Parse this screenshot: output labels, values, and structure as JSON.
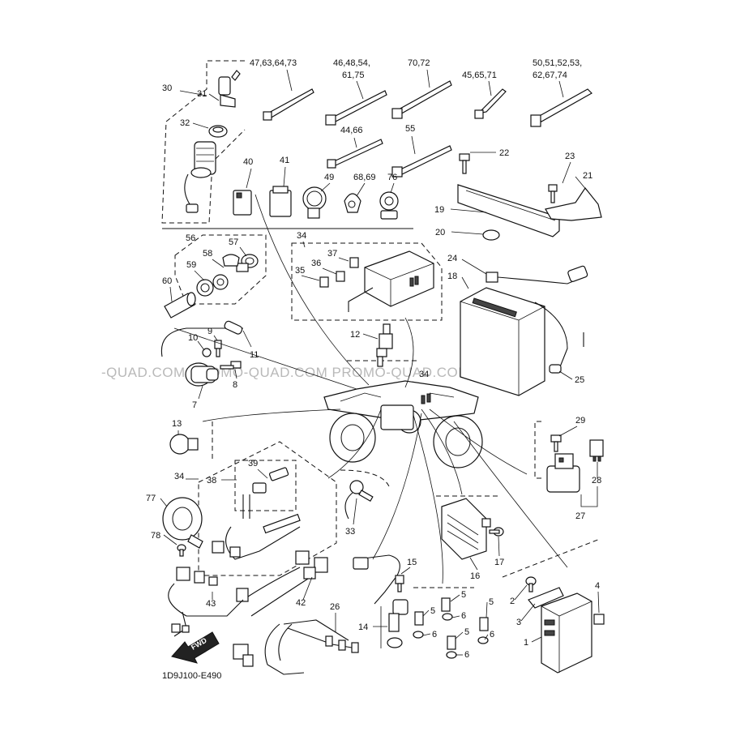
{
  "diagram": {
    "code": "1D9J100-E490",
    "watermark": "-QUAD.COM   PROMO-QUAD.COM   PROMO-QUAD.COM   PROM",
    "fwd_label": "FWD",
    "callouts": [
      {
        "id": "c30",
        "label": "30"
      },
      {
        "id": "c31",
        "label": "31"
      },
      {
        "id": "c32",
        "label": "32"
      },
      {
        "id": "c40",
        "label": "40"
      },
      {
        "id": "c41",
        "label": "41"
      },
      {
        "id": "c49",
        "label": "49"
      },
      {
        "id": "c6869",
        "label": "68,69"
      },
      {
        "id": "c76",
        "label": "76"
      },
      {
        "id": "c47",
        "label": "47,63,64,73"
      },
      {
        "id": "c46a",
        "label": "46,48,54,"
      },
      {
        "id": "c46b",
        "label": "61,75"
      },
      {
        "id": "c70",
        "label": "70,72"
      },
      {
        "id": "c45",
        "label": "45,65,71"
      },
      {
        "id": "c50a",
        "label": "50,51,52,53,"
      },
      {
        "id": "c50b",
        "label": "62,67,74"
      },
      {
        "id": "c44",
        "label": "44,66"
      },
      {
        "id": "c55",
        "label": "55"
      },
      {
        "id": "c22",
        "label": "22"
      },
      {
        "id": "c23",
        "label": "23"
      },
      {
        "id": "c21",
        "label": "21"
      },
      {
        "id": "c19",
        "label": "19"
      },
      {
        "id": "c20",
        "label": "20"
      },
      {
        "id": "c56",
        "label": "56"
      },
      {
        "id": "c57",
        "label": "57"
      },
      {
        "id": "c58",
        "label": "58"
      },
      {
        "id": "c59",
        "label": "59"
      },
      {
        "id": "c60",
        "label": "60"
      },
      {
        "id": "c34a",
        "label": "34"
      },
      {
        "id": "c37",
        "label": "37"
      },
      {
        "id": "c36",
        "label": "36"
      },
      {
        "id": "c35",
        "label": "35"
      },
      {
        "id": "c24",
        "label": "24"
      },
      {
        "id": "c18",
        "label": "18"
      },
      {
        "id": "c12",
        "label": "12"
      },
      {
        "id": "c10",
        "label": "10"
      },
      {
        "id": "c9",
        "label": "9"
      },
      {
        "id": "c11",
        "label": "11"
      },
      {
        "id": "c8",
        "label": "8"
      },
      {
        "id": "c7",
        "label": "7"
      },
      {
        "id": "c25",
        "label": "25"
      },
      {
        "id": "c34b",
        "label": "34"
      },
      {
        "id": "c13",
        "label": "13"
      },
      {
        "id": "c29",
        "label": "29"
      },
      {
        "id": "c28",
        "label": "28"
      },
      {
        "id": "c27",
        "label": "27"
      },
      {
        "id": "c34c",
        "label": "34"
      },
      {
        "id": "c38",
        "label": "38"
      },
      {
        "id": "c39",
        "label": "39"
      },
      {
        "id": "c77",
        "label": "77"
      },
      {
        "id": "c78",
        "label": "78"
      },
      {
        "id": "c33",
        "label": "33"
      },
      {
        "id": "c17",
        "label": "17"
      },
      {
        "id": "c16",
        "label": "16"
      },
      {
        "id": "c15",
        "label": "15"
      },
      {
        "id": "c43",
        "label": "43"
      },
      {
        "id": "c42",
        "label": "42"
      },
      {
        "id": "c26",
        "label": "26"
      },
      {
        "id": "c14",
        "label": "14"
      },
      {
        "id": "c5a",
        "label": "5"
      },
      {
        "id": "c6a",
        "label": "6"
      },
      {
        "id": "c5b",
        "label": "5"
      },
      {
        "id": "c6b",
        "label": "6"
      },
      {
        "id": "c5c",
        "label": "5"
      },
      {
        "id": "c6c",
        "label": "6"
      },
      {
        "id": "c5d",
        "label": "5"
      },
      {
        "id": "c6d",
        "label": "6"
      },
      {
        "id": "c2",
        "label": "2"
      },
      {
        "id": "c3",
        "label": "3"
      },
      {
        "id": "c4",
        "label": "4"
      },
      {
        "id": "c1",
        "label": "1"
      }
    ]
  }
}
